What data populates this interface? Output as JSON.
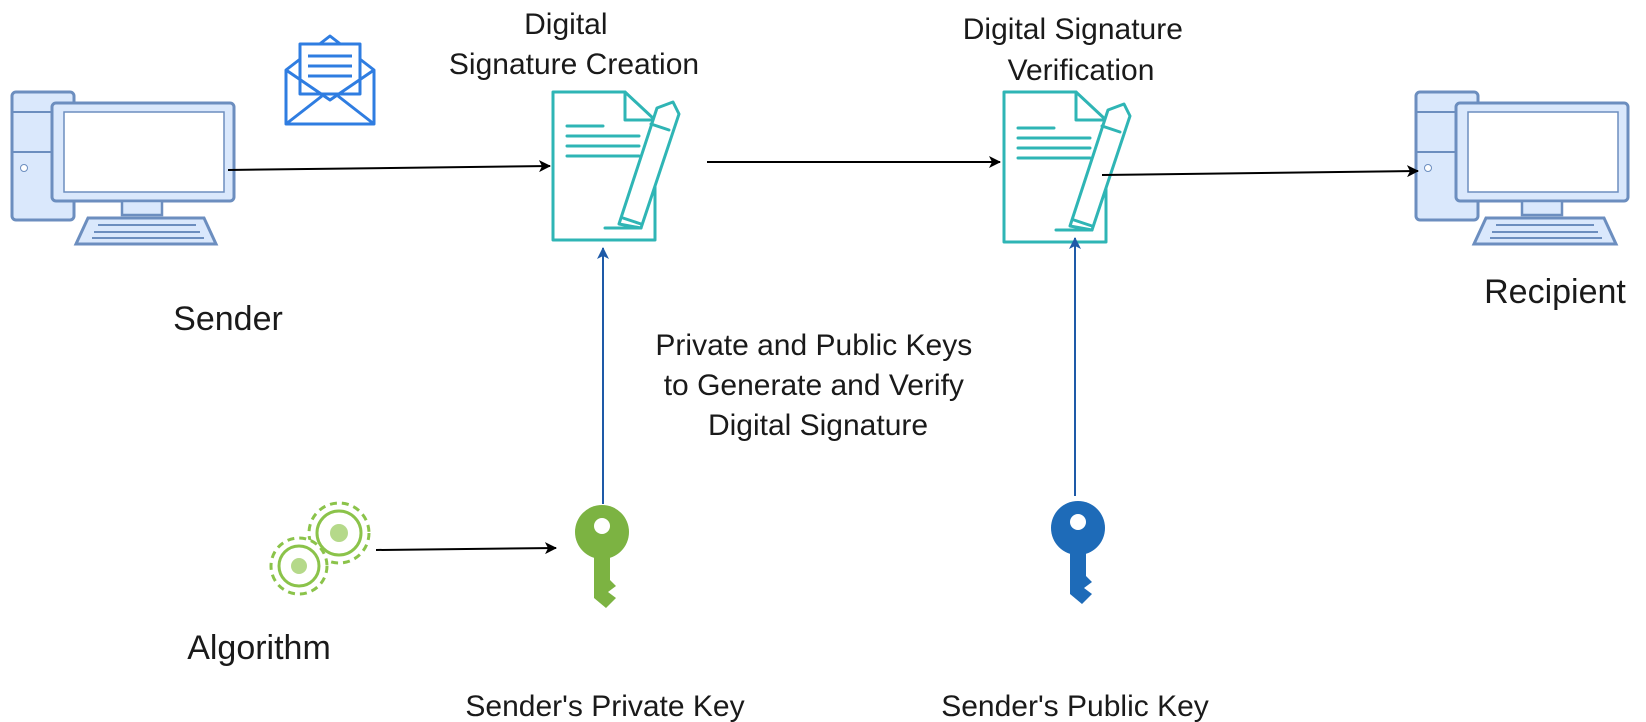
{
  "labels": {
    "sender": "Sender",
    "recipient": "Recipient",
    "algorithm": "Algorithm",
    "creation": [
      "Digital",
      "Signature Creation"
    ],
    "verification": [
      "Digital Signature",
      "Verification"
    ],
    "keys_note": [
      "Private and Public Keys",
      "to Generate and Verify",
      "Digital Signature"
    ],
    "private_key": "Sender's Private Key",
    "public_key": "Sender's Public Key"
  },
  "icons": {
    "sender_computer": "desktop-computer-icon",
    "recipient_computer": "desktop-computer-icon",
    "message": "open-envelope-icon",
    "creation_doc": "signed-document-icon",
    "verification_doc": "signed-document-icon",
    "algorithm": "gears-icon",
    "private_key": "key-icon",
    "public_key": "key-icon"
  },
  "colors": {
    "computer_fill": "#dae8fc",
    "computer_stroke": "#6c8ebf",
    "envelope": "#2f7de1",
    "document": "#2fb5b5",
    "gears": "#8bc34a",
    "private_key": "#7cb342",
    "public_key": "#1e6bb8",
    "black_arrow": "#000000",
    "blue_arrow": "#1e5aa8"
  }
}
